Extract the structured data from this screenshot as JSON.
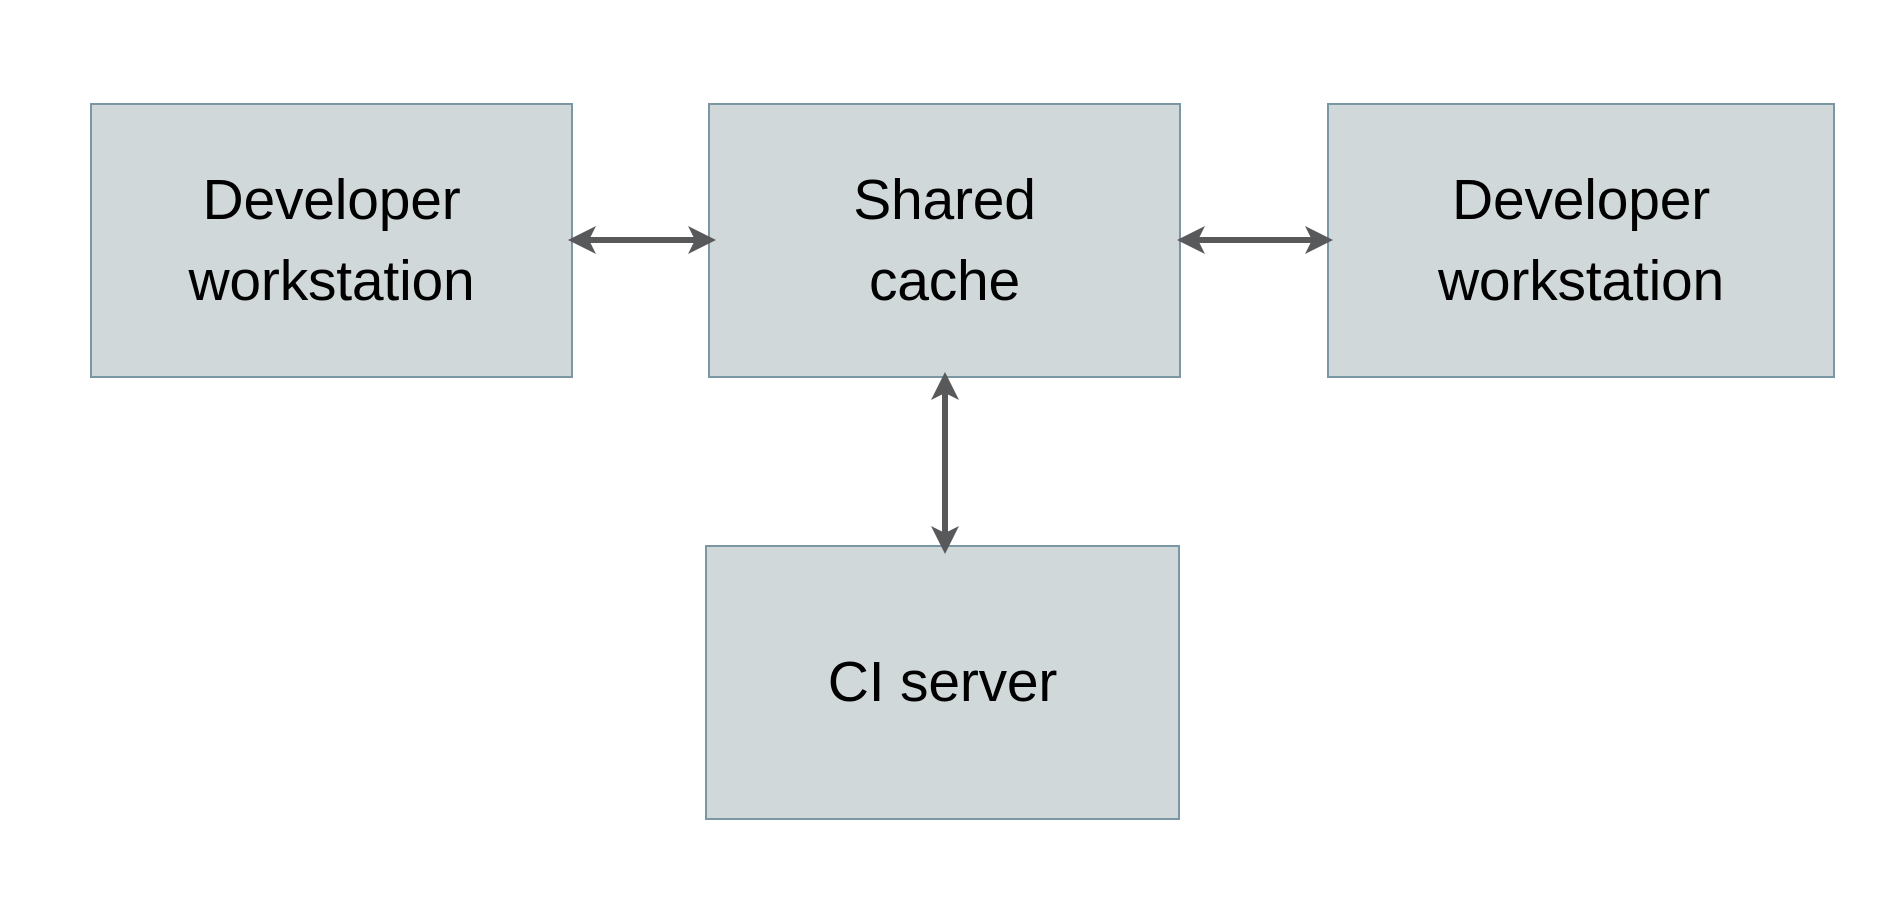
{
  "diagram": {
    "background_color": "#ffffff",
    "node_fill_color": "#d0d8da",
    "node_border_color": "#7b97a4",
    "arrow_color": "#58595b",
    "text_color": "#000000",
    "nodes": [
      {
        "id": "dev-left",
        "label": "Developer\nworkstation"
      },
      {
        "id": "shared",
        "label": "Shared\ncache"
      },
      {
        "id": "dev-right",
        "label": "Developer\nworkstation"
      },
      {
        "id": "ci",
        "label": "CI server"
      }
    ],
    "connectors": [
      {
        "id": "left-to-shared",
        "from": "dev-left",
        "to": "shared",
        "style": "double-arrow",
        "orientation": "horizontal"
      },
      {
        "id": "shared-to-right",
        "from": "shared",
        "to": "dev-right",
        "style": "double-arrow",
        "orientation": "horizontal"
      },
      {
        "id": "shared-to-ci",
        "from": "shared",
        "to": "ci",
        "style": "double-arrow",
        "orientation": "vertical"
      }
    ]
  }
}
